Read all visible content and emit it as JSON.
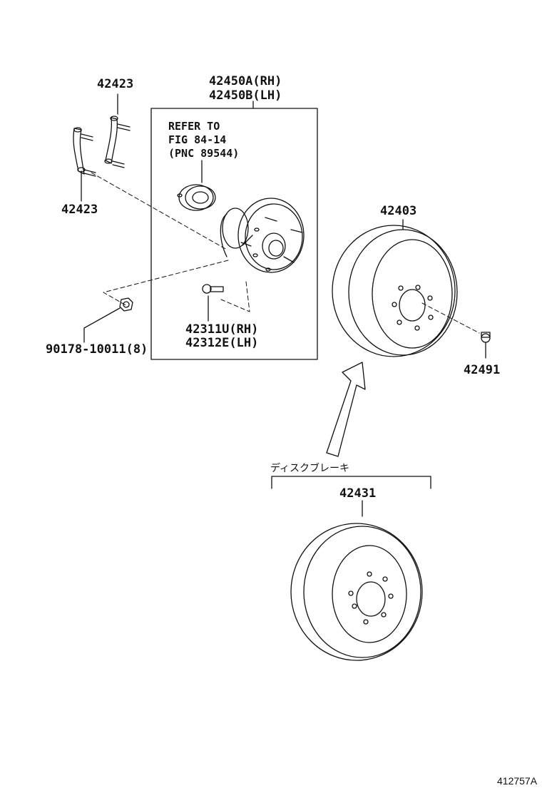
{
  "parts": {
    "bolt_upper": "42423",
    "bolt_lower": "42423",
    "hub_assy_rh": "42450A(RH)",
    "hub_assy_lh": "42450B(LH)",
    "refer_line1": "REFER TO",
    "refer_line2": "FIG 84-14",
    "refer_line3": "(PNC 89544)",
    "hub_bolt_rh": "42311U(RH)",
    "hub_bolt_lh": "42312E(LH)",
    "nut": "90178-10011(8)",
    "drum": "42403",
    "plug": "42491",
    "disc": "42431"
  },
  "notes": {
    "disc_brake_jp": "ディスクブレーキ"
  },
  "illustration_id": "412757A",
  "colors": {
    "line": "#111111",
    "background": "#ffffff"
  }
}
